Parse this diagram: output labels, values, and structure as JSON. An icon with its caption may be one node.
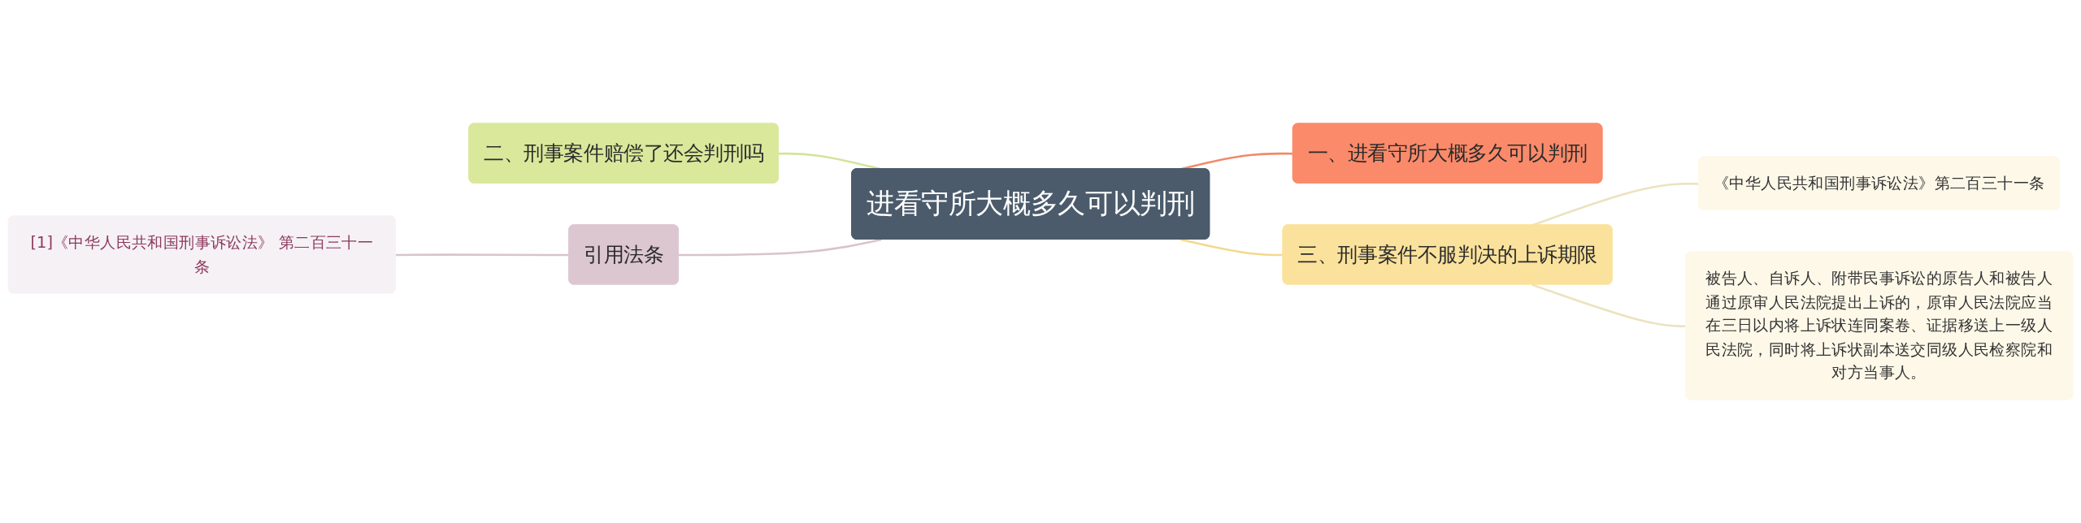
{
  "diagram": {
    "nodes": [
      {
        "text": [
          "进看守所大概多久可以判刑"
        ]
      },
      {
        "text": [
          "一、进看守所大概多久可以判刑"
        ]
      },
      {
        "text": [
          "三、刑事案件不服判决的上诉期限"
        ]
      },
      {
        "text": [
          "《中华人民共和国刑事诉讼法》第二百三十一条"
        ]
      },
      {
        "text": [
          "被告人、自诉人、附带民事诉讼的原告人和被告人通过原审人民法院提出上诉的，原审人民法院应当在三日以内将上诉状连同案卷、证据移送上一级人民法院，同时将上诉状副本送交同级人民检察院和对方当事人。"
        ]
      },
      {
        "text": [
          "二、刑事案件赔偿了还会判刑吗"
        ]
      },
      {
        "text": [
          "引用法条"
        ]
      },
      {
        "text": [
          "[1]《中华人民共和国刑事诉讼法》 第二百三十一条"
        ]
      }
    ],
    "edges": [
      {
        "from": 0,
        "to": 1,
        "arrow": "none",
        "color": "#f08a6a"
      },
      {
        "from": 0,
        "to": 2,
        "arrow": "none",
        "color": "#f3d98c"
      },
      {
        "from": 2,
        "to": 3,
        "arrow": "none",
        "color": "#ece2bf"
      },
      {
        "from": 2,
        "to": 4,
        "arrow": "none",
        "color": "#ece2bf"
      },
      {
        "from": 0,
        "to": 5,
        "arrow": "none",
        "color": "#d3e49c"
      },
      {
        "from": 0,
        "to": 6,
        "arrow": "none",
        "color": "#d8c4cd"
      },
      {
        "from": 6,
        "to": 7,
        "arrow": "none",
        "color": "#d8c4cd"
      }
    ]
  }
}
